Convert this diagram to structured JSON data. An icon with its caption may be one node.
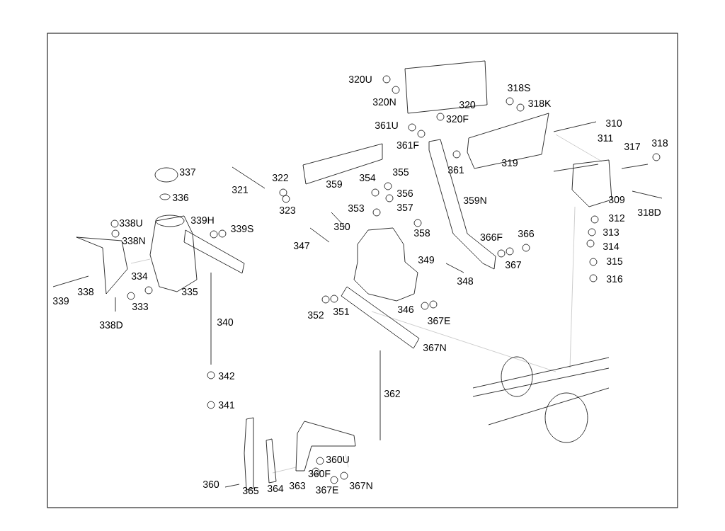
{
  "diagram": {
    "labels": [
      "320U",
      "318S",
      "320N",
      "320",
      "318K",
      "320F",
      "361U",
      "310",
      "311",
      "361F",
      "317",
      "318",
      "319",
      "337",
      "322",
      "354",
      "355",
      "361",
      "321",
      "359",
      "336",
      "356",
      "359N",
      "309",
      "323",
      "353",
      "357",
      "318D",
      "338U",
      "339H",
      "312",
      "339S",
      "350",
      "358",
      "366F",
      "366",
      "313",
      "338N",
      "347",
      "314",
      "349",
      "367",
      "315",
      "334",
      "348",
      "316",
      "339",
      "338",
      "335",
      "333",
      "352",
      "351",
      "346",
      "338D",
      "340",
      "367E",
      "367N",
      "342",
      "362",
      "341",
      "360U",
      "360F",
      "360",
      "365",
      "364",
      "363",
      "367E",
      "367N"
    ]
  }
}
